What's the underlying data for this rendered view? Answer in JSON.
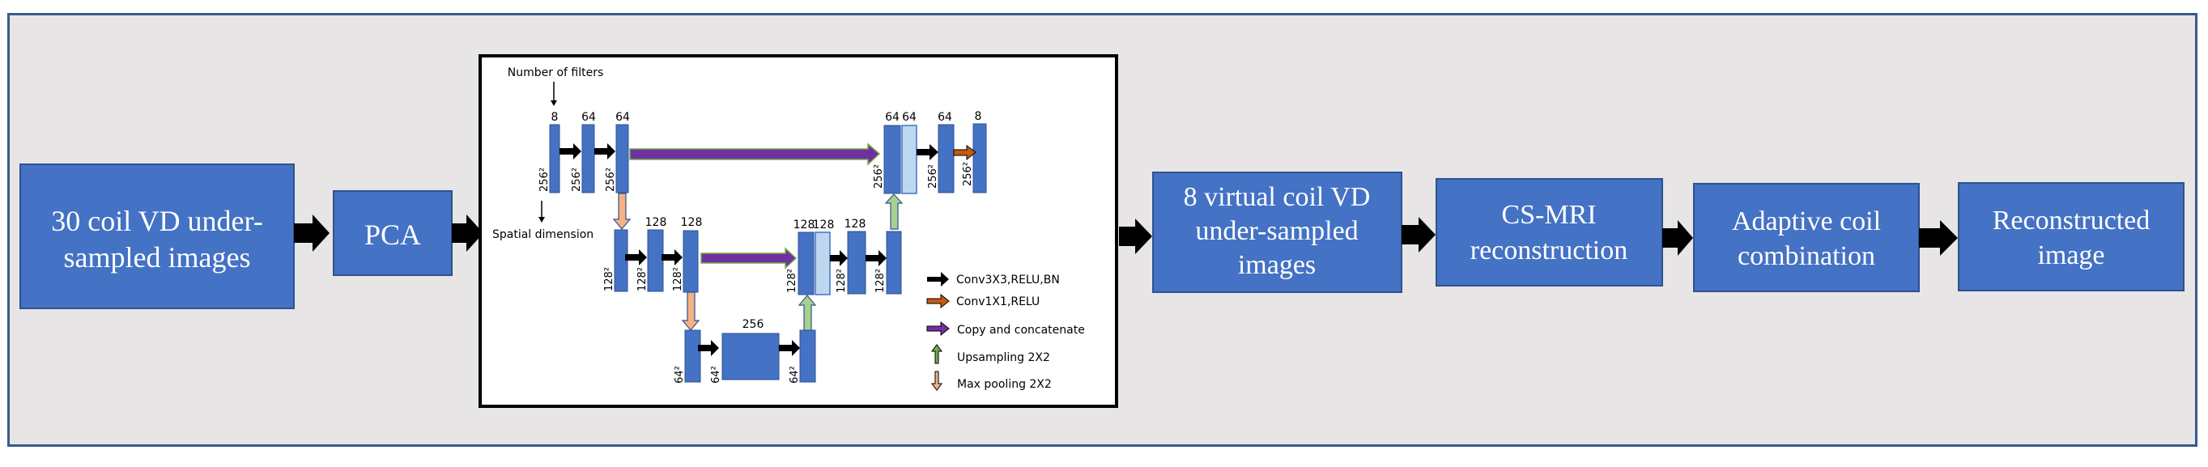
{
  "colors": {
    "background": "#e7e5e6",
    "frame_border": "#3a5a8c",
    "block_fill": "#4472c4",
    "block_border": "#2f528f",
    "block_text": "#ffffff",
    "arrow": "#000000",
    "feature_map": "#4472c4",
    "feature_map_copied": "#bdd7ee",
    "conv1x1_arrow": "#c55a11",
    "copy_arrow": "#7030a0",
    "copy_arrow_border": "#70ad47",
    "upsample_arrow": "#a9d18e",
    "maxpool_arrow": "#f4b183"
  },
  "pipeline": {
    "blocks": [
      {
        "id": "input",
        "lines": [
          "30 coil VD under-",
          "sampled images"
        ]
      },
      {
        "id": "pca",
        "lines": [
          "PCA"
        ]
      },
      {
        "id": "virtual",
        "lines": [
          "8 virtual coil VD",
          "under-sampled",
          "images"
        ]
      },
      {
        "id": "csmri",
        "lines": [
          "CS-MRI",
          "reconstruction"
        ]
      },
      {
        "id": "adaptive",
        "lines": [
          "Adaptive coil",
          "combination"
        ]
      },
      {
        "id": "output",
        "lines": [
          "Reconstructed",
          "image"
        ]
      }
    ]
  },
  "unet": {
    "annotation_filters": "Number of filters",
    "annotation_spatial": "Spatial dimension",
    "level1": {
      "enc_filters": [
        "8",
        "64",
        "64"
      ],
      "enc_sizes": [
        "256²",
        "256²",
        "256²"
      ],
      "dec_filters": [
        "64",
        "64",
        "64",
        "8"
      ],
      "dec_sizes": [
        "256²",
        "256²",
        "256²"
      ]
    },
    "level2": {
      "enc_filters": [
        "128",
        "128"
      ],
      "enc_sizes": [
        "128²",
        "128²",
        "128²"
      ],
      "dec_filters": [
        "128",
        "128",
        "128"
      ],
      "dec_sizes": [
        "128²",
        "128²",
        "128²"
      ]
    },
    "level3": {
      "bottleneck_filters": "256",
      "sizes": [
        "64²",
        "64²",
        "64²"
      ]
    },
    "legend": [
      {
        "label": "Conv3X3,RELU,BN",
        "icon": "black-right-arrow"
      },
      {
        "label": "Conv1X1,RELU",
        "icon": "orange-right-arrow"
      },
      {
        "label": "Copy and concatenate",
        "icon": "purple-right-arrow"
      },
      {
        "label": "Upsampling 2X2",
        "icon": "green-up-arrow"
      },
      {
        "label": "Max pooling 2X2",
        "icon": "peach-down-arrow"
      }
    ]
  }
}
